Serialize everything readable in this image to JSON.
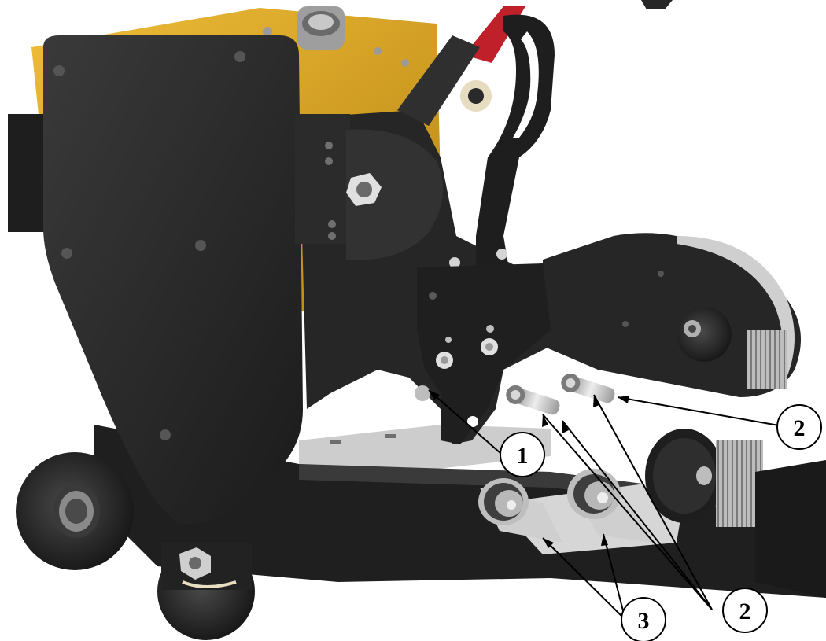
{
  "figure": {
    "background": "#ffffff",
    "colors": {
      "housing_yellow": "#E0A81C",
      "housing_yellow_dark": "#B88512",
      "frame_dark": "#232323",
      "frame_mid": "#2E2E2E",
      "frame_light": "#3A3A3A",
      "metal": "#C9C9C9",
      "metal_dark": "#8C8C8C",
      "red_hose": "#C0202A",
      "callout": "#000000"
    }
  },
  "callouts": [
    {
      "id": "c1",
      "label": "1"
    },
    {
      "id": "c2a",
      "label": "2"
    },
    {
      "id": "c2b",
      "label": "2"
    },
    {
      "id": "c3",
      "label": "3"
    }
  ]
}
